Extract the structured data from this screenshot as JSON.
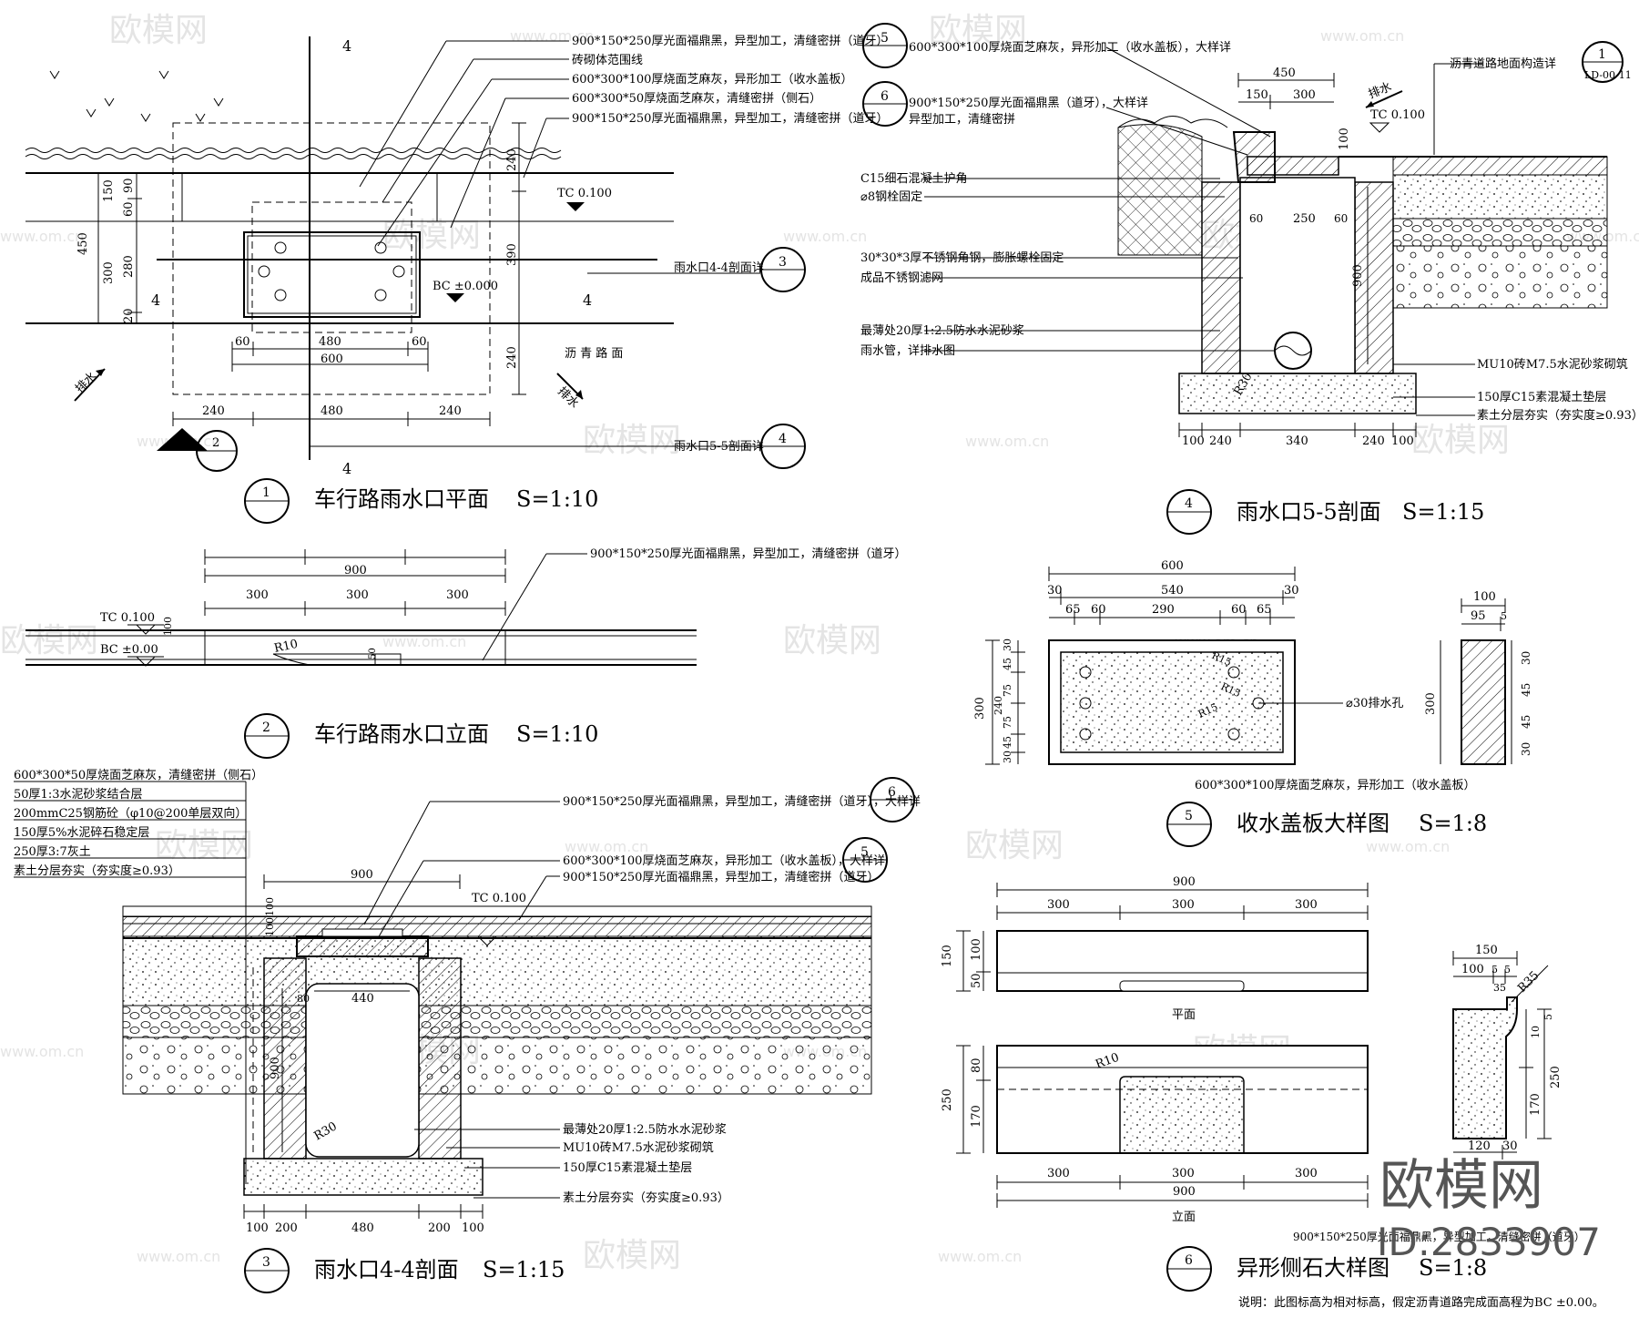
{
  "watermark": {
    "brand": "欧模网",
    "site": "www.om.cn",
    "logo": "om-logo-icon"
  },
  "brand": {
    "name": "欧模网",
    "id": "ID:2833907"
  },
  "footer_note": "说明：此图标高为相对标高，假定沥青道路完成面高程为BC ±0.00。",
  "views": [
    {
      "num": "1",
      "title": "车行路雨水口平面",
      "scale": "S=1:10"
    },
    {
      "num": "2",
      "title": "车行路雨水口立面",
      "scale": "S=1:10"
    },
    {
      "num": "3",
      "title": "雨水口4-4剖面",
      "scale": "S=1:15"
    },
    {
      "num": "4",
      "title": "雨水口5-5剖面",
      "scale": "S=1:15"
    },
    {
      "num": "5",
      "title": "收水盖板大样图",
      "scale": "S=1:8"
    },
    {
      "num": "6",
      "title": "异形侧石大样图",
      "scale": "S=1:8"
    }
  ],
  "plan": {
    "callouts": [
      "900*150*250厚光面福鼎黑，异型加工，清缝密拼（道牙）",
      "砖砌体范围线",
      "600*300*100厚烧面芝麻灰，异形加工（收水盖板）",
      "600*300*50厚烧面芝麻灰，清缝密拼（侧石）",
      "900*150*250厚光面福鼎黑，异型加工，清缝密拼（道牙）"
    ],
    "section_ref_44": "雨水口4-4剖面详",
    "section_ref_55": "雨水口5-5剖面详",
    "ref_3": "3",
    "ref_4": "4",
    "ref_2": "2",
    "cut_marks": [
      "4",
      "4",
      "4",
      "4"
    ],
    "tc": "TC 0.100",
    "bc": "BC ±0.000",
    "road": "沥 青 路 面",
    "drain": "排水",
    "dims_left": [
      "150",
      "60",
      "90",
      "280",
      "300",
      "20",
      "450"
    ],
    "dims_right": [
      "240",
      "390",
      "240"
    ],
    "dims_inner": [
      "60",
      "480",
      "60",
      "600"
    ],
    "dims_bottom": [
      "240",
      "480",
      "240"
    ]
  },
  "elevation": {
    "callout": "900*150*250厚光面福鼎黑，异型加工，清缝密拼（道牙）",
    "dims": [
      "900",
      "300",
      "300",
      "300"
    ],
    "tc": "TC 0.100",
    "bc": "BC ±0.00",
    "r": "R10",
    "h": "100",
    "d": "50"
  },
  "sec44": {
    "layers": [
      "600*300*50厚烧面芝麻灰，清缝密拼（侧石）",
      "50厚1:3水泥砂浆结合层",
      "200mmC25钢筋砼（φ10@200单层双向）",
      "150厚5%水泥碎石稳定层",
      "250厚3:7灰土",
      "素土分层夯实（夯实度≥0.93）"
    ],
    "callouts": [
      "900*150*250厚光面福鼎黑，异型加工，清缝密拼（道牙），大样详",
      "600*300*100厚烧面芝麻灰，异形加工（收水盖板），大样详",
      "900*150*250厚光面福鼎黑，异型加工，清缝密拼（道牙）"
    ],
    "ref6": "6",
    "ref5": "5",
    "right": [
      "最薄处20厚1:2.5防水水泥砂浆",
      "MU10砖M7.5水泥砂浆砌筑",
      "150厚C15素混凝土垫层",
      "素土分层夯实（夯实度≥0.93）"
    ],
    "dims_top": "900",
    "dims_inner": "440",
    "tc": "TC 0.100",
    "depth": "900",
    "r": "R30",
    "h1": "100",
    "h2": "100",
    "dims_bottom": [
      "100",
      "200",
      "480",
      "200",
      "100"
    ],
    "side": "80"
  },
  "sec55": {
    "ref5": "5",
    "ref6": "6",
    "ref1": "1",
    "ref_code": "LD-00-11",
    "left": [
      "600*300*100厚烧面芝麻灰，异形加工（收水盖板），大样详",
      "900*150*250厚光面福鼎黑（道牙），大样详",
      "异型加工，清缝密拼",
      "C15细石混凝土护角",
      "⌀8钢栓固定",
      "30*30*3厚不锈钢角钢，膨胀螺栓固定",
      "成品不锈钢滤网",
      "最薄处20厚1:2.5防水水泥砂浆",
      "雨水管，详排水图"
    ],
    "right": [
      "沥青道路地面构造详",
      "MU10砖M7.5水泥砂浆砌筑",
      "150厚C15素混凝土垫层",
      "素土分层夯实（夯实度≥0.93）"
    ],
    "dims_top": [
      "450",
      "150",
      "300"
    ],
    "inner": [
      "60",
      "250",
      "60"
    ],
    "depth": "900",
    "h": "100",
    "tc": "TC 0.100",
    "drain": "排水",
    "r": "R30",
    "dims_bottom": [
      "100",
      "240",
      "340",
      "240",
      "100"
    ]
  },
  "cover": {
    "dims_top": [
      "600",
      "30",
      "540",
      "30",
      "65",
      "60",
      "290",
      "60",
      "65"
    ],
    "dims_left": [
      "300",
      "30",
      "45",
      "75",
      "240",
      "75",
      "45",
      "30"
    ],
    "holes": [
      "R15",
      "R15",
      "R15"
    ],
    "hole_label": "⌀30排水孔",
    "caption": "600*300*100厚烧面芝麻灰，异形加工（收水盖板）",
    "side_dims_top": [
      "100",
      "95",
      "5"
    ],
    "side_h": "300",
    "side_dims": [
      "30",
      "45",
      "45",
      "30"
    ]
  },
  "curb": {
    "dims_top": [
      "900",
      "300",
      "300",
      "300"
    ],
    "plan_label": "平面",
    "elev_label": "立面",
    "plan_h": [
      "150",
      "100",
      "50"
    ],
    "elev_h": [
      "250",
      "80",
      "170"
    ],
    "r": "R10",
    "dims_bottom": [
      "300",
      "300",
      "300",
      "900"
    ],
    "side_top": [
      "150",
      "100",
      "5",
      "5",
      "35"
    ],
    "side_r": "R35",
    "side_h": [
      "250",
      "170",
      "10",
      "5"
    ],
    "side_bottom": [
      "120",
      "30"
    ],
    "caption": "900*150*250厚光面福鼎黑，异型加工，清缝密拼（道牙）"
  }
}
